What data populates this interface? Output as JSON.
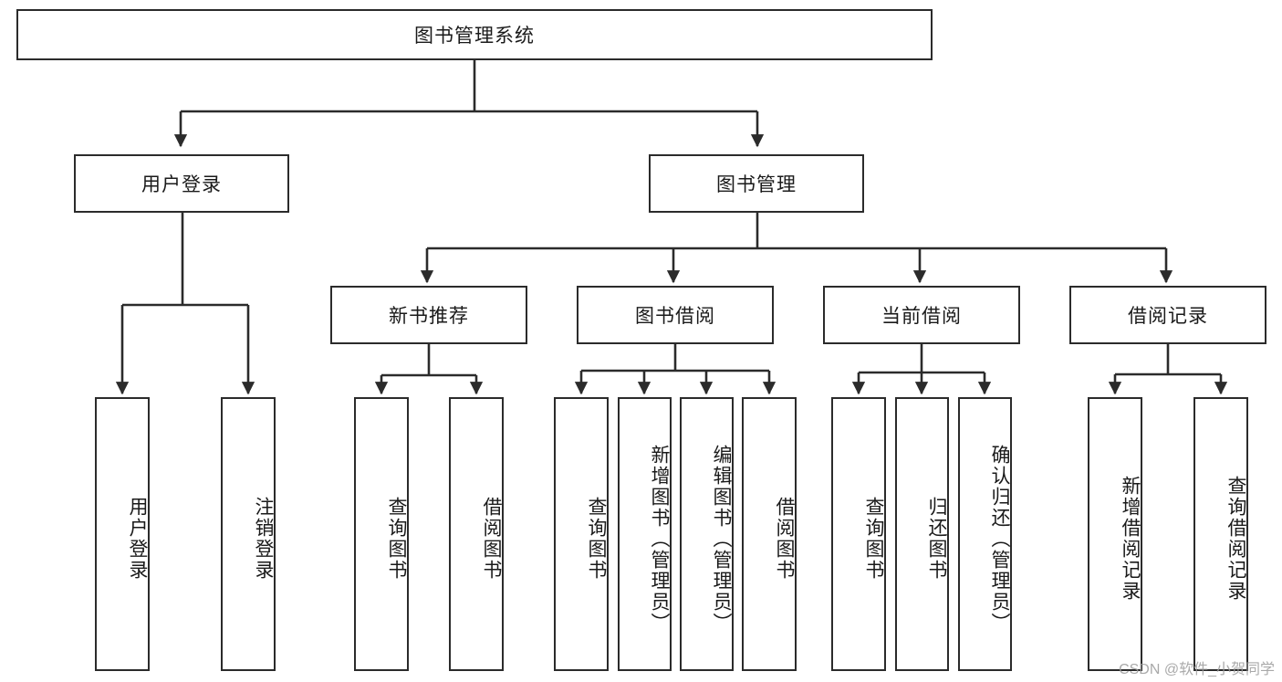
{
  "diagram": {
    "type": "tree-hierarchy-diagram",
    "title": "图书管理系统",
    "watermark": "CSDN @软件_小贺同学",
    "colors": {
      "box_border": "#2b2b2b",
      "box_fill": "#ffffff",
      "edge": "#2b2b2b",
      "text": "#1a1a1a",
      "watermark": "#9b9b9b"
    },
    "root": {
      "label": "图书管理系统",
      "orientation": "horizontal"
    },
    "level2": [
      {
        "label": "用户登录",
        "orientation": "horizontal"
      },
      {
        "label": "图书管理",
        "orientation": "horizontal"
      }
    ],
    "level3": [
      {
        "label": "新书推荐",
        "orientation": "horizontal"
      },
      {
        "label": "图书借阅",
        "orientation": "horizontal"
      },
      {
        "label": "当前借阅",
        "orientation": "horizontal"
      },
      {
        "label": "借阅记录",
        "orientation": "horizontal"
      }
    ],
    "leaves": {
      "user_login": [
        {
          "label": "用户登录",
          "orientation": "vertical"
        },
        {
          "label": "注销登录",
          "orientation": "vertical"
        }
      ],
      "new_book_recommend": [
        {
          "label": "查询图书",
          "orientation": "vertical"
        },
        {
          "label": "借阅图书",
          "orientation": "vertical"
        }
      ],
      "book_borrow": [
        {
          "label": "查询图书",
          "orientation": "vertical"
        },
        {
          "label": "新增图书（管理员）",
          "orientation": "vertical"
        },
        {
          "label": "编辑图书（管理员）",
          "orientation": "vertical"
        },
        {
          "label": "借阅图书",
          "orientation": "vertical"
        }
      ],
      "current_borrow": [
        {
          "label": "查询图书",
          "orientation": "vertical"
        },
        {
          "label": "归还图书",
          "orientation": "vertical"
        },
        {
          "label": "确认归还（管理员）",
          "orientation": "vertical"
        }
      ],
      "borrow_record": [
        {
          "label": "新增借阅记录",
          "orientation": "vertical"
        },
        {
          "label": "查询借阅记录",
          "orientation": "vertical"
        }
      ]
    }
  }
}
